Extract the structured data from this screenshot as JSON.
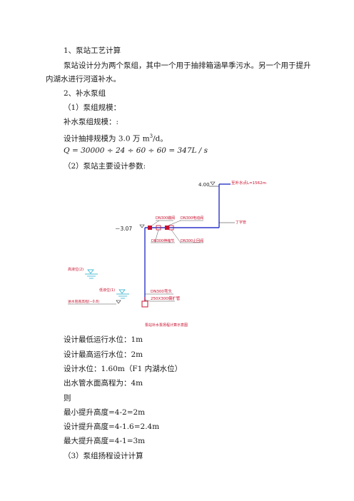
{
  "heading1": "1、泵站工艺计算",
  "para1_line1": "泵站设计分为两个泵组，其中一个用于抽排箱涵旱季污水。另一个用于提升",
  "para1_line2": "内湖水进行河道补水。",
  "heading2": "2、补水泵组",
  "sub1": "（1）泵组规模：",
  "scale_label": "补水泵组规模：:",
  "design_capacity_prefix": "设计抽排规模为 3.0 万 m",
  "design_capacity_sup": "3",
  "design_capacity_suffix": "/d。",
  "formula": "Q = 30000 ÷ 24 ÷ 60 ÷ 60 = 347L / s",
  "sub2": "（2）泵站主要设计参数:",
  "diagram": {
    "elev_top": "4.00",
    "outlet_label": "至补水点L=1562m",
    "elev_mid": "－3.07",
    "valve1": "DN300蝶阀",
    "valve2": "DN300电动阀",
    "valve3": "DN300止回阀",
    "joint": "DN300伸缩节",
    "tee": "丁字管",
    "level_high": "高液位(2)",
    "level_low": "低液位(1)",
    "level_bottom": "进水管底高程(−0.8)",
    "elbow": "DN300弯头",
    "reducer": "250X300偏扩管",
    "caption": "泵站补水泵扬程计算示意图"
  },
  "params": [
    "设计最低运行水位：1m",
    "设计最高运行水位：2m",
    "设计水位：1.60m（F1 内湖水位）",
    "出水管水面高程为：4m",
    "则",
    "最小提升高度=4-2=2m",
    "设计提升高度=4-1.6=2.4m",
    "最大提升高度=4-1=3m",
    "（3）泵组扬程设计计算"
  ],
  "colors": {
    "pipe": "#2a35c8",
    "accent": "#c8102e",
    "water": "#17a8c8"
  }
}
